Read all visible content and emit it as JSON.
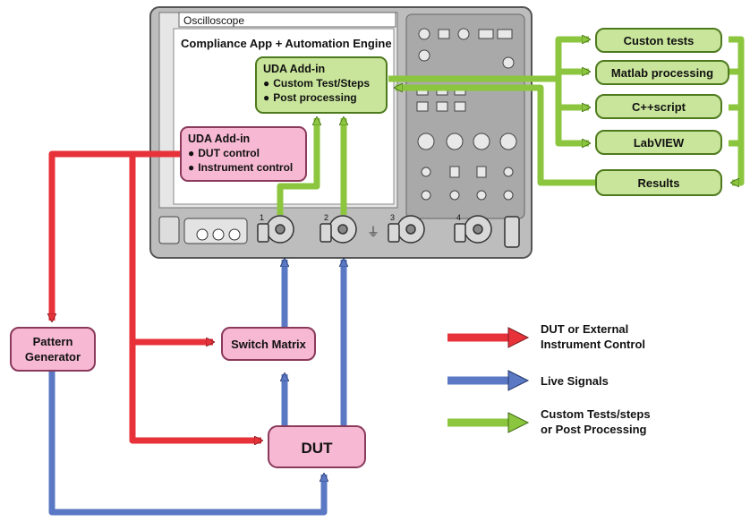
{
  "colors": {
    "control": "#e8323a",
    "live": "#5a78c4",
    "custom": "#8cc63f",
    "pink_box": "#f6b8d2",
    "green_box": "#c9e59b",
    "scope_body": "#b9b9b9",
    "screen": "#ffffff"
  },
  "oscilloscope": {
    "title": "Oscilloscope",
    "screen_heading": "Compliance App + Automation Engine",
    "channels": [
      "1",
      "2",
      "3",
      "4"
    ]
  },
  "uda_top": {
    "title": "UDA Add-in",
    "items": [
      "Custom Test/Steps",
      "Post processing"
    ]
  },
  "uda_left": {
    "title": "UDA Add-in",
    "items": [
      "DUT control",
      "Instrument control"
    ]
  },
  "right_boxes": [
    "Custon tests",
    "Matlab processing",
    "C++script",
    "LabVIEW",
    "Results"
  ],
  "left_boxes": {
    "pattern_generator": [
      "Pattern",
      "Generator"
    ],
    "switch_matrix": "Switch Matrix",
    "dut": "DUT"
  },
  "legend": [
    {
      "color_key": "control",
      "lines": [
        "DUT or External",
        "Instrument Control"
      ]
    },
    {
      "color_key": "live",
      "lines": [
        "Live Signals"
      ]
    },
    {
      "color_key": "custom",
      "lines": [
        "Custom Tests/steps",
        "or Post Processing"
      ]
    }
  ],
  "bullet": "●"
}
